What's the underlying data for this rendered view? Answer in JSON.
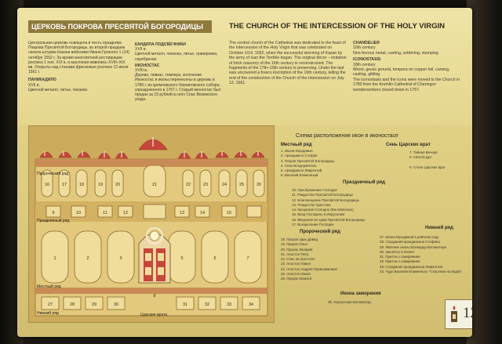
{
  "header": {
    "title_ru": "ЦЕРКОВЬ ПОКРОВА ПРЕСВЯТОЙ БОГОРОДИЦЫ",
    "title_en": "THE CHURCH OF THE INTERCESSION OF THE HOLY VIRGIN"
  },
  "ru_col1": {
    "body": "Центральная церковь освящена в честь праздника Покрова Пресвятой Богородицы, во второй праздник начала штурма Казани войсками Ивана Грозного 1 (14) октября 1552 г. За время многолетней реставрации росписи 1 пол. XVI в. и масляная живопись XVIII–XIX вв. Открыты над стенами фресковые росписи 12 июля 1561 г.",
    "label": "ПАНИКАДИЛО",
    "label_sub": "XVII в.",
    "label_note": "Цветной металл, литье, чеканка"
  },
  "ru_col2": {
    "label1": "КАНДИЛА ПОДСВЕЧНИКИ",
    "label1_sub": "XVII в.",
    "label1_note": "Цветной металл, чеканка, литье, гравировка, серебрение",
    "label2": "ИКОНОСТАС",
    "label2_sub": "XVIII в.",
    "label2_note": "Дерево, левкас, темпера, золочение",
    "body": "Иконостас и иконы перенесены в церковь в 1780 г. из кремлевского Черниговского собора, упраздненного в 1767 г. Старый иконостас был продан за 19 рублей в село Спас Вяземского уезда."
  },
  "en_col1": {
    "body": "The central church of the Cathedral was dedicated to the feast of the Intercession of the Holy Virgin that was celebrated on October 1/14, 1552, when the successful storming of Kazan by the army of Ivan the Terrible began. The original décor – imitation of brick masonry of the 16th century is reconstructed. The fragments of the 17th–19th century is preserving. Under the last was uncovered a fresco inscription of the 16th century, telling the end of the construction of the Church of the Intercession on July 12, 1561."
  },
  "en_col2": {
    "label1": "CHANDELIER",
    "label1_sub": "16th century",
    "label1_note": "Non-ferrous metal, casting, soldering, stamping",
    "label2": "ICONOSTASIS",
    "label2_sub": "18th century",
    "label2_note": "Wood, gesso ground, tempera on copper foil, carving, casting, gilding",
    "body": "The iconostasis and the icons were moved to the Church in 1780 from the Kremlin Cathedral of Chernigov wonderworkers closed down in 1767."
  },
  "diagram": {
    "row_prophet": "Пророческий ряд",
    "row_feast": "Праздничный ряд",
    "row_local": "Местный ряд",
    "row_lower": "Нижний ряд",
    "royal_gates": "Царские врата",
    "icon_numbers": [
      "16",
      "17",
      "18",
      "19",
      "20",
      "21",
      "22",
      "23",
      "24",
      "25",
      "26",
      "9",
      "10",
      "11",
      "12",
      "13",
      "14",
      "15",
      "1",
      "2",
      "3",
      "5",
      "6",
      "7",
      "8",
      "27",
      "28",
      "29",
      "30",
      "31",
      "32",
      "33",
      "34"
    ]
  },
  "legend": {
    "title": "Схема расположения икон в иконостасе",
    "local_head": "Местный ряд",
    "local_items": [
      "1. Икона Юродивые",
      "2. Архидиакон Стефан",
      "3. Покров Пресвятой Богородицы",
      "4. Спас Вседержитель",
      "5. Архидиакон Лаврентий",
      "6. Василий Блаженный"
    ],
    "gates_head": "Сень Царских врат",
    "gates_items": [
      "7. Тайная Вечеря",
      "8. Святой Дух",
      "9. Стопа Царских врат"
    ],
    "feast_head": "Праздничный ряд",
    "feast_items": [
      "10. Преображение Господне",
      "11. Рождество Пресвятой Богородицы",
      "12. Благовещение Пресвятой Богородицы",
      "13. Рождество Христово",
      "14. Крещение Господне (Богоявление)",
      "15. Вход Господень в Иерусалим",
      "16. Введение во храм Пресвятой Богородицы",
      "17. Воскресение Господне"
    ],
    "prophet_head": "Пророческий ряд",
    "prophet_items": [
      "18. Пророк царь Давид",
      "19. Пророк Илья",
      "20. Пророк Захария",
      "21. Апостол Петр",
      "22. Спас на престоле",
      "23. Апостол Павел",
      "24. Апостол Андрей Первозванный",
      "25. Апостол Иаков",
      "26. Пророк Моисей"
    ],
    "lower_head": "Нижний ряд",
    "lower_items": [
      "27. Икона Юродивый в райском саду",
      "28. Страдания архидиакона Стефана",
      "29. Явление иконы Всевидца Богоматери",
      "30. Заклятье в Египет",
      "31. Притча о самарянине",
      "32. Притча о самарянине",
      "33. Страдания архидиакона Лаврентия",
      "34. Чудо Василия Блаженного \"Спасение на водах\""
    ],
    "outside_head": "Икона заморения",
    "outside_items": [
      "35. Корсунская Богоматерь"
    ]
  },
  "badge": {
    "number": "12"
  }
}
